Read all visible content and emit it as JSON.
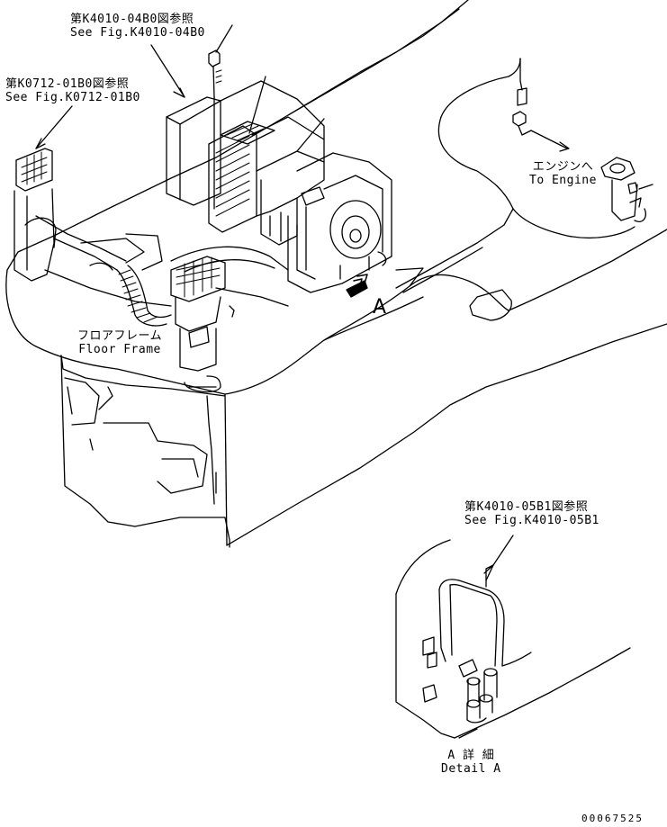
{
  "callouts": {
    "k4010_04b0": {
      "jp": "第K4010-04B0図参照",
      "en": "See Fig.K4010-04B0"
    },
    "k0712_01b0": {
      "jp": "第K0712-01B0図参照",
      "en": "See Fig.K0712-01B0"
    },
    "engine": {
      "jp": "エンジンへ",
      "en": "To Engine"
    },
    "floor_frame": {
      "jp": "フロアフレーム",
      "en": "Floor Frame"
    },
    "view_a": {
      "letter": "A"
    },
    "k4010_05b1": {
      "jp": "第K4010-05B1図参照",
      "en": "See Fig.K4010-05B1"
    },
    "detail_a": {
      "jp": "A 詳 細",
      "en": "Detail A"
    }
  },
  "drawing_number": "00067525",
  "colors": {
    "line": "#000000",
    "background": "#ffffff"
  }
}
